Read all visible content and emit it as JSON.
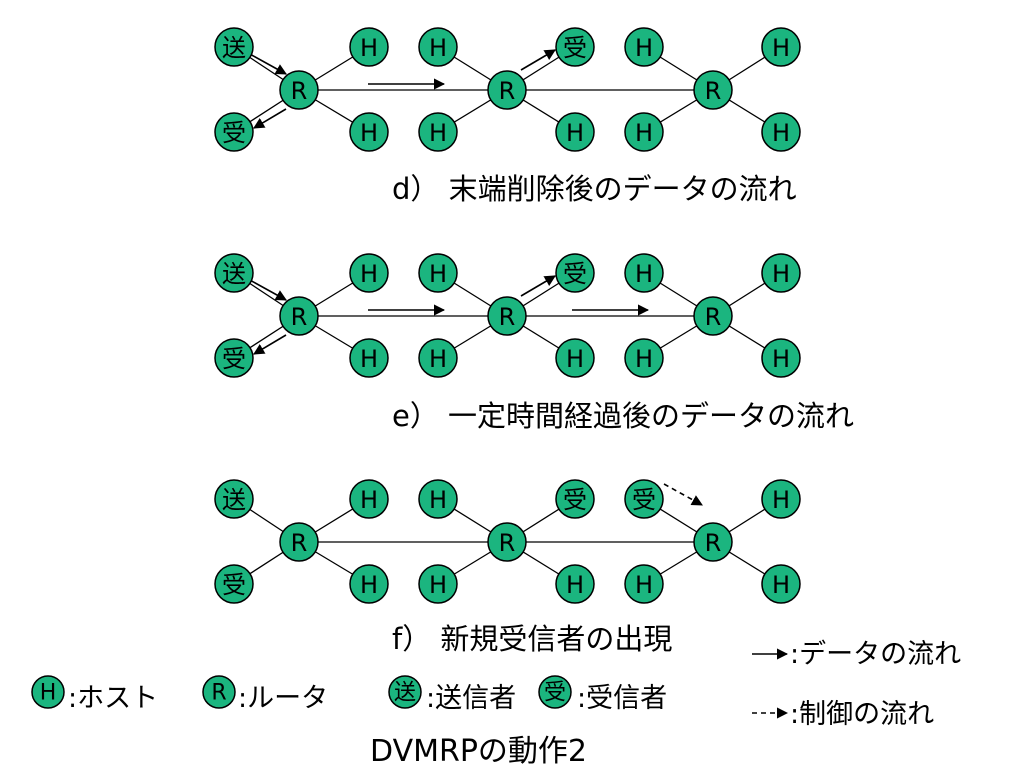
{
  "colors": {
    "node_fill": "#1bb57f",
    "stroke": "#000000"
  },
  "labels": {
    "host": "H",
    "router": "R",
    "sender": "送",
    "receiver": "受"
  },
  "diagrams": [
    {
      "caption": "d） 末端削除後のデータの流れ"
    },
    {
      "caption": "e） 一定時間経過後のデータの流れ"
    },
    {
      "caption": "f） 新規受信者の出現"
    }
  ],
  "legend": {
    "host": ":ホスト",
    "router": ":ルータ",
    "sender": ":送信者",
    "receiver": ":受信者",
    "data_flow": ":データの流れ",
    "control_flow": ":制御の流れ"
  },
  "title": "DVMRPの動作2"
}
